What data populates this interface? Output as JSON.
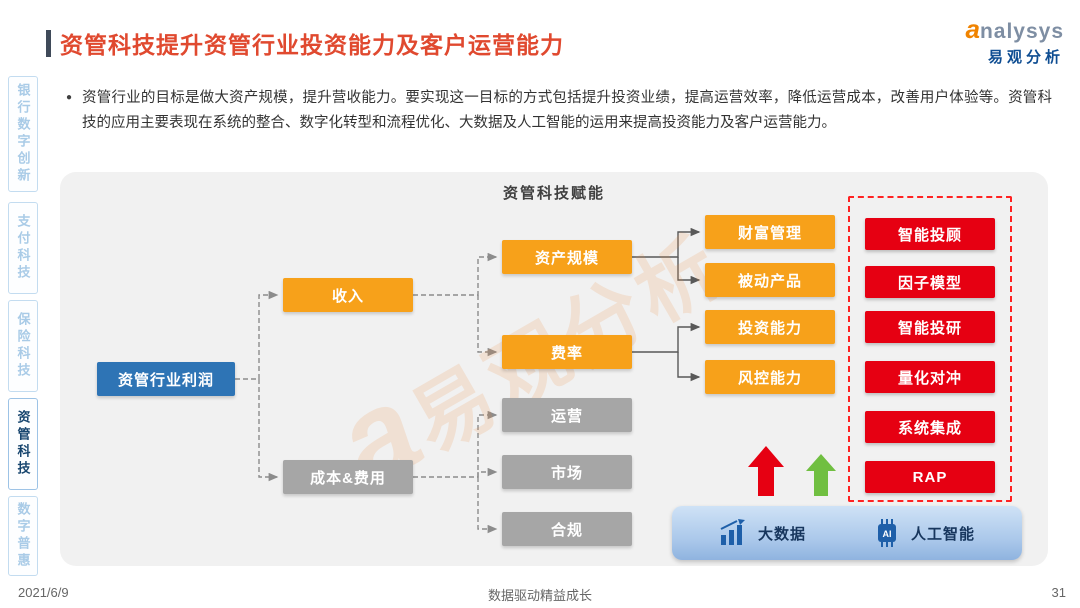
{
  "page": {
    "title": "资管科技提升资管行业投资能力及客户运营能力",
    "footer_date": "2021/6/9",
    "footer_slogan": "数据驱动精益成长",
    "page_number": "31"
  },
  "logo": {
    "brand_first": "a",
    "brand_rest": "nalysys",
    "subtitle": "易观分析"
  },
  "bullet": {
    "marker": "●",
    "text": "资管行业的目标是做大资产规模，提升营收能力。要实现这一目标的方式包括提升投资业绩，提高运营效率，降低运营成本，改善用户体验等。资管科技的应用主要表现在系统的整合、数字化转型和流程优化、大数据及人工智能的运用来提高投资能力及客户运营能力。"
  },
  "sidebar": {
    "items": [
      {
        "label": "银行数字创新",
        "active": false
      },
      {
        "label": "支付科技",
        "active": false
      },
      {
        "label": "保险科技",
        "active": false
      },
      {
        "label": "资管科技",
        "active": true
      },
      {
        "label": "数字普惠",
        "active": false
      }
    ]
  },
  "diagram": {
    "title": "资管科技赋能",
    "nodes": {
      "profit": "资管行业利润",
      "income": "收入",
      "cost": "成本&费用",
      "asset_scale": "资产规模",
      "fee_rate": "费率",
      "operation": "运营",
      "market": "市场",
      "compliance": "合规",
      "wealth_mgmt": "财富管理",
      "passive_product": "被动产品",
      "invest_ability": "投资能力",
      "risk_control": "风控能力"
    },
    "tech_items": [
      "智能投顾",
      "因子模型",
      "智能投研",
      "量化对冲",
      "系统集成",
      "RAP"
    ],
    "bottom_bar": {
      "bigdata_label": "大数据",
      "ai_label": "人工智能",
      "ai_icon_text": "AI"
    },
    "icons": {
      "bigdata_icon": "bar-chart-up",
      "ai_icon": "ai-chip",
      "red_arrow": "up-arrow",
      "green_arrow": "up-arrow"
    }
  },
  "watermark": {
    "a": "a",
    "text": "易观分析"
  },
  "colors": {
    "title": "#E0492F",
    "orange_box": "#F7A11A",
    "gray_box": "#A6A6A6",
    "blue_box": "#2E74B5",
    "red_box": "#E60012",
    "dashed_frame": "#FF2222",
    "panel_bg": "#F1F1F1",
    "green_arrow": "#70BF41",
    "bottom_bar_blue": "#A9C7EA"
  }
}
